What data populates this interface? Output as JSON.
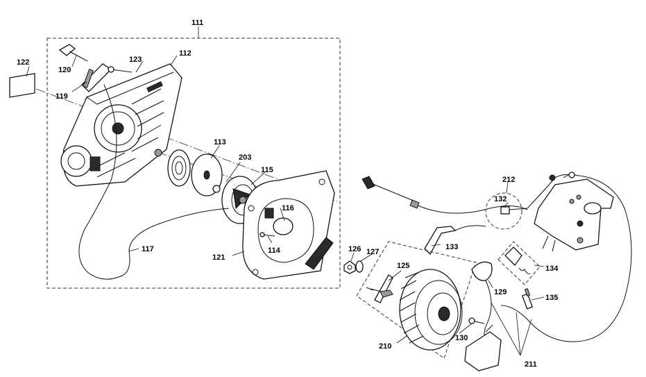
{
  "labels": {
    "l111": "111",
    "l112": "112",
    "l113": "113",
    "l114": "114",
    "l115": "115",
    "l116": "116",
    "l117": "117",
    "l119": "119",
    "l120": "120",
    "l121": "121",
    "l122": "122",
    "l123": "123",
    "l125": "125",
    "l126": "126",
    "l127": "127",
    "l129": "129",
    "l130": "130",
    "l132": "132",
    "l133": "133",
    "l134": "134",
    "l135": "135",
    "l203": "203",
    "l210": "210",
    "l211": "211",
    "l212": "212"
  }
}
